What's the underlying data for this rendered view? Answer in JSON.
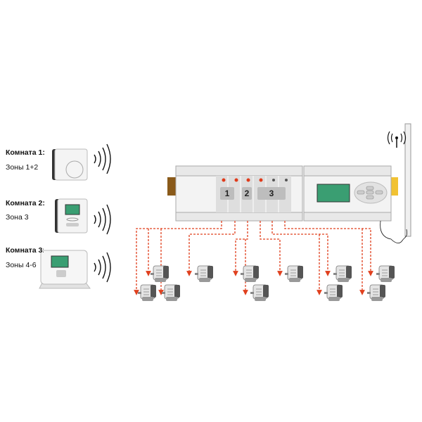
{
  "rooms": [
    {
      "title": "Комната 1:",
      "zones": "Зоны 1+2"
    },
    {
      "title": "Комната 2:",
      "zones": "Зона 3"
    },
    {
      "title": "Комната 3:",
      "zones": "Зоны 4-6"
    }
  ],
  "controller": {
    "zone_labels": [
      "1",
      "2",
      "3"
    ],
    "display_color": "#3a9e72",
    "led_active_color": "#e03a1a"
  },
  "wire_color": "#e0401e"
}
